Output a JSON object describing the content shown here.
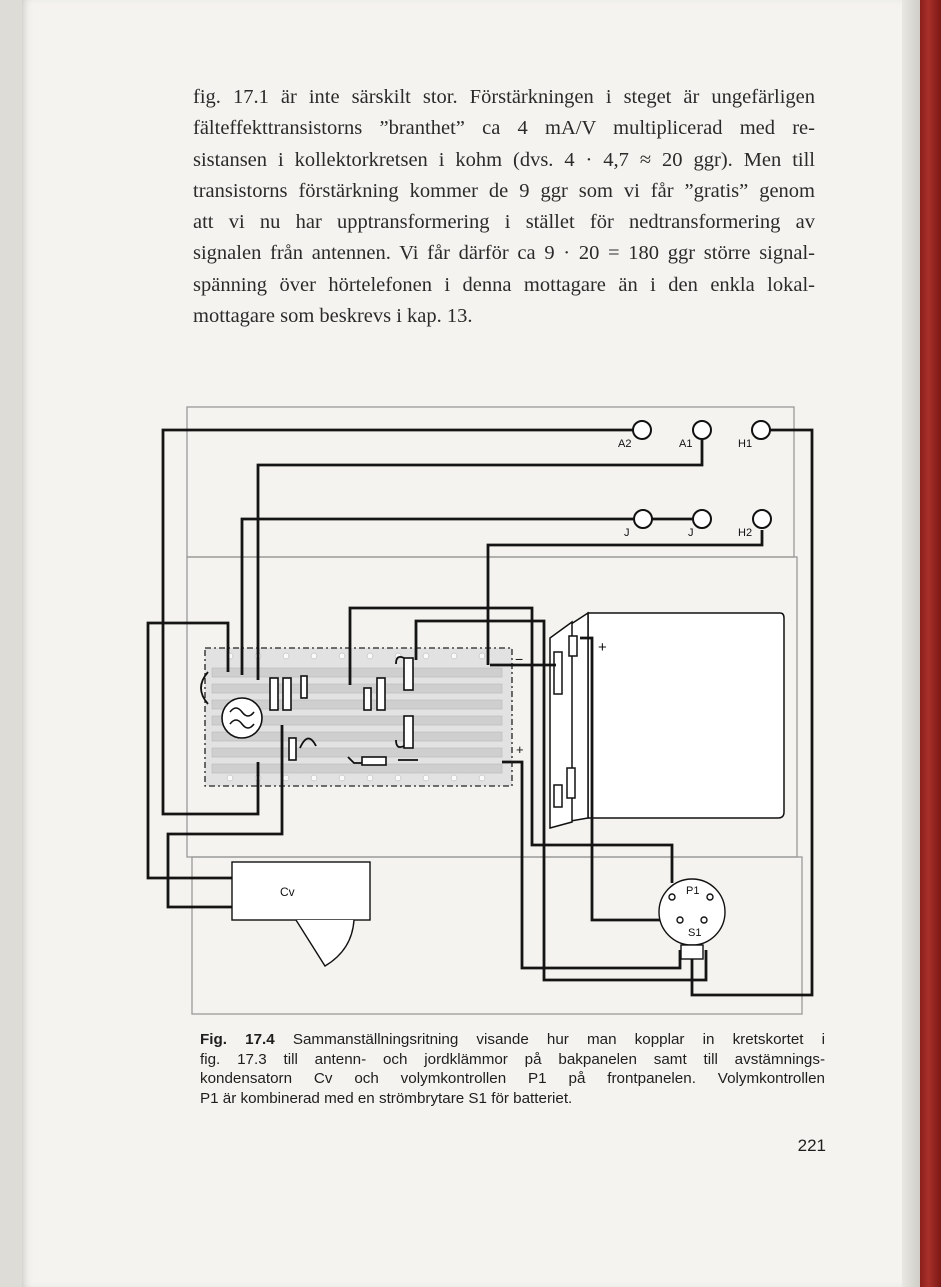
{
  "body": {
    "lines": [
      "fig. 17.1 är inte särskilt stor. Förstärkningen i steget är ungefärligen",
      "fälteffekttransistorns ”branthet” ca 4 mA/V multiplicerad med re-",
      "sistansen i kollektorkretsen i kohm (dvs. 4 · 4,7 ≈ 20 ggr). Men till",
      "transistorns förstärkning kommer de 9 ggr som vi får ”gratis” genom",
      "att vi nu har upptransformering i stället för nedtransformering av",
      "signalen från antennen. Vi får därför ca 9 · 20 = 180 ggr större signal-",
      "spänning över hörtelefonen i denna mottagare än i den enkla lokal-",
      "mottagare som beskrevs i kap. 13."
    ]
  },
  "figure": {
    "labels": {
      "a2": "A2",
      "a1": "A1",
      "h1": "H1",
      "j_left": "J",
      "j_right": "J",
      "h2": "H2",
      "minus": "−",
      "plus_board": "+",
      "plus_battery": "+",
      "cv": "Cv",
      "p1": "P1",
      "s1": "S1"
    }
  },
  "caption": {
    "number": "Fig. 17.4",
    "lines": [
      " Sammanställningsritning visande hur man kopplar in kretskortet i",
      "fig. 17.3 till antenn- och jordklämmor på bakpanelen samt till avstämnings-",
      "kondensatorn Cv och volymkontrollen P1 på frontpanelen. Volymkontrollen",
      "P1 är kombinerad med en strömbrytare S1 för batteriet."
    ]
  },
  "page_number": "221"
}
